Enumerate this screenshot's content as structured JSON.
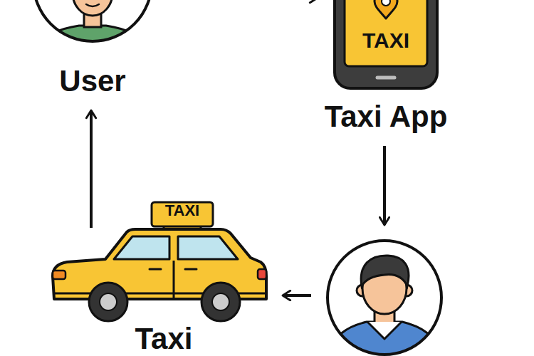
{
  "diagram": {
    "nodes": [
      {
        "text": [
          "User"
        ]
      },
      {
        "text": [
          "TAXI",
          "Taxi App"
        ]
      },
      {
        "text": [
          "TAXI",
          "Taxi"
        ]
      }
    ],
    "edges": [
      {
        "from": 0,
        "to": 1,
        "arrow": "to"
      },
      {
        "from": 2,
        "to": 0,
        "arrow": "to"
      }
    ]
  }
}
